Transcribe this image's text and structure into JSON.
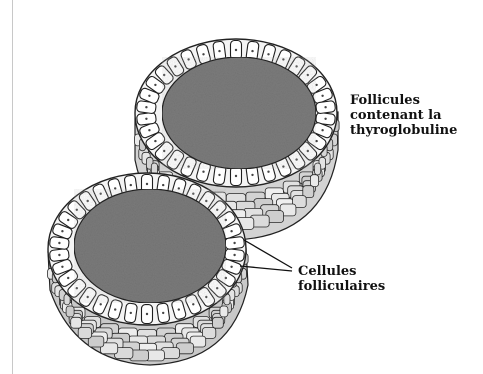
{
  "labels": {
    "follicles": {
      "lines": [
        "Follicules",
        "contenant la",
        "thyroglobuline"
      ]
    },
    "cells": {
      "lines": [
        "Cellules",
        "folliculaires"
      ]
    }
  },
  "colors": {
    "colloid": "#7c7c7c",
    "cell_fill": "#ffffff",
    "cell_outline": "#1e1e1e",
    "wall_shade": "#d6d6d6",
    "lower_cells": "#bdbdbd"
  }
}
